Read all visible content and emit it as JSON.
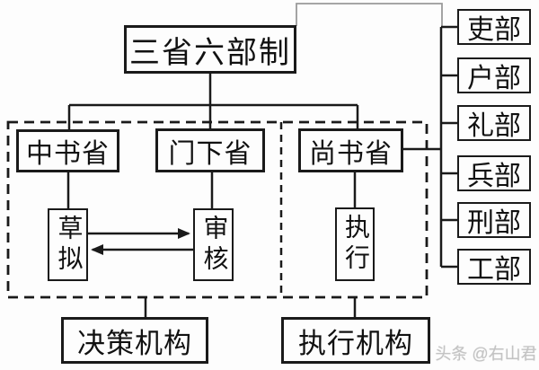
{
  "title_box": {
    "label": "三省六部制"
  },
  "departments": [
    {
      "label": "中书省"
    },
    {
      "label": "门下省"
    },
    {
      "label": "尚书省"
    }
  ],
  "functions": [
    {
      "label": "草拟"
    },
    {
      "label": "审核"
    },
    {
      "label": "执行"
    }
  ],
  "ministries": [
    {
      "label": "吏部"
    },
    {
      "label": "户部"
    },
    {
      "label": "礼部"
    },
    {
      "label": "兵部"
    },
    {
      "label": "刑部"
    },
    {
      "label": "工部"
    }
  ],
  "categories": [
    {
      "label": "决策机构"
    },
    {
      "label": "执行机构"
    }
  ],
  "watermark": {
    "label": "头条 @右山君"
  },
  "colors": {
    "line": "#1a1a1a",
    "background": "#fdfdfd",
    "watermark": "#c3c3c3"
  }
}
